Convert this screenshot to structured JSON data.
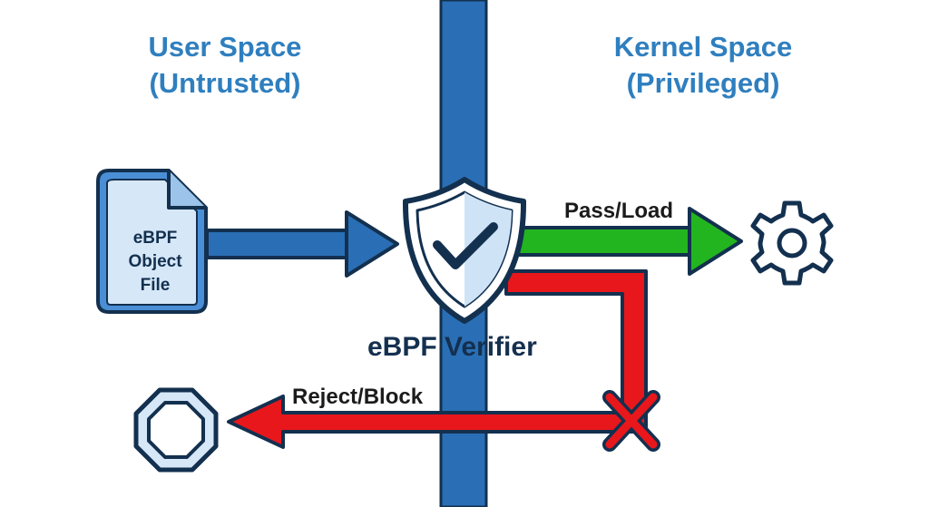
{
  "regions": {
    "user": {
      "line1": "User Space",
      "line2": "(Untrusted)"
    },
    "kernel": {
      "line1": "Kernel Space",
      "line2": "(Privileged)"
    }
  },
  "file": {
    "line1": "eBPF",
    "line2": "Object",
    "line3": "File"
  },
  "verifier": {
    "label": "eBPF Verifier"
  },
  "flows": {
    "pass": "Pass/Load",
    "reject": "Reject/Block"
  },
  "icons": {
    "file": "document-icon",
    "verifier": "shield-check-icon",
    "kernel": "gear-icon",
    "reject": "stop-octagon-icon",
    "block": "cross-icon"
  },
  "colors": {
    "boundary": "#2a6fb5",
    "title": "#2f7fbf",
    "outline": "#13304f",
    "pass": "#22b51f",
    "reject": "#e8171c",
    "fill_light": "#cfe3f7"
  }
}
